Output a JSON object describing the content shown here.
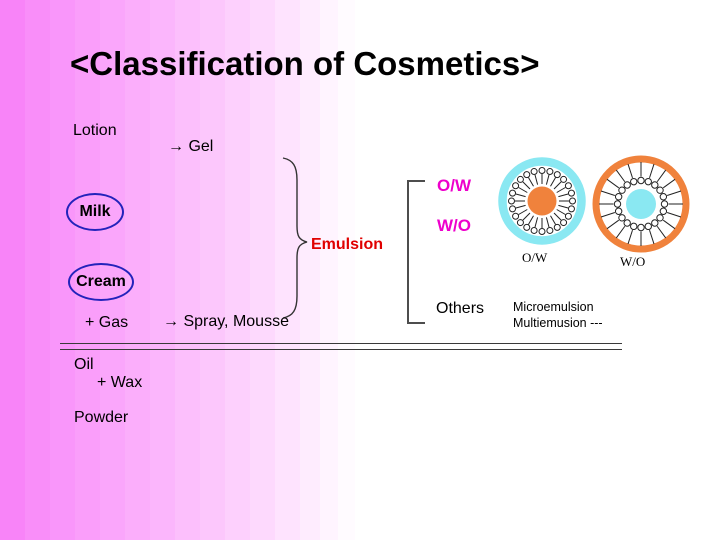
{
  "slide": {
    "title": "<Classification of Cosmetics>"
  },
  "classification": {
    "lotion": "Lotion",
    "gel_arrow": "→ Gel",
    "milk": "Milk",
    "cream": "Cream",
    "emulsion": "Emulsion",
    "gas": "+ Gas",
    "spray_arrow": "→ Spray, Mousse",
    "oil": "Oil",
    "wax": "+ Wax",
    "powder": "Powder"
  },
  "emulsion_types": {
    "ow": "O/W",
    "wo": "W/O",
    "others": "Others",
    "others_line1": "Microemulsion",
    "others_line2": "Multiemusion ---"
  },
  "diagrams": {
    "ow_label": "O/W",
    "wo_label": "W/O"
  },
  "colors": {
    "background_left": "#f884f8",
    "accent_magenta": "#ee00cc",
    "emulsion_red": "#e00000",
    "oval_blue": "#2323bb",
    "micelle_cyan": "#8ae8f2",
    "micelle_orange": "#f0823c"
  }
}
